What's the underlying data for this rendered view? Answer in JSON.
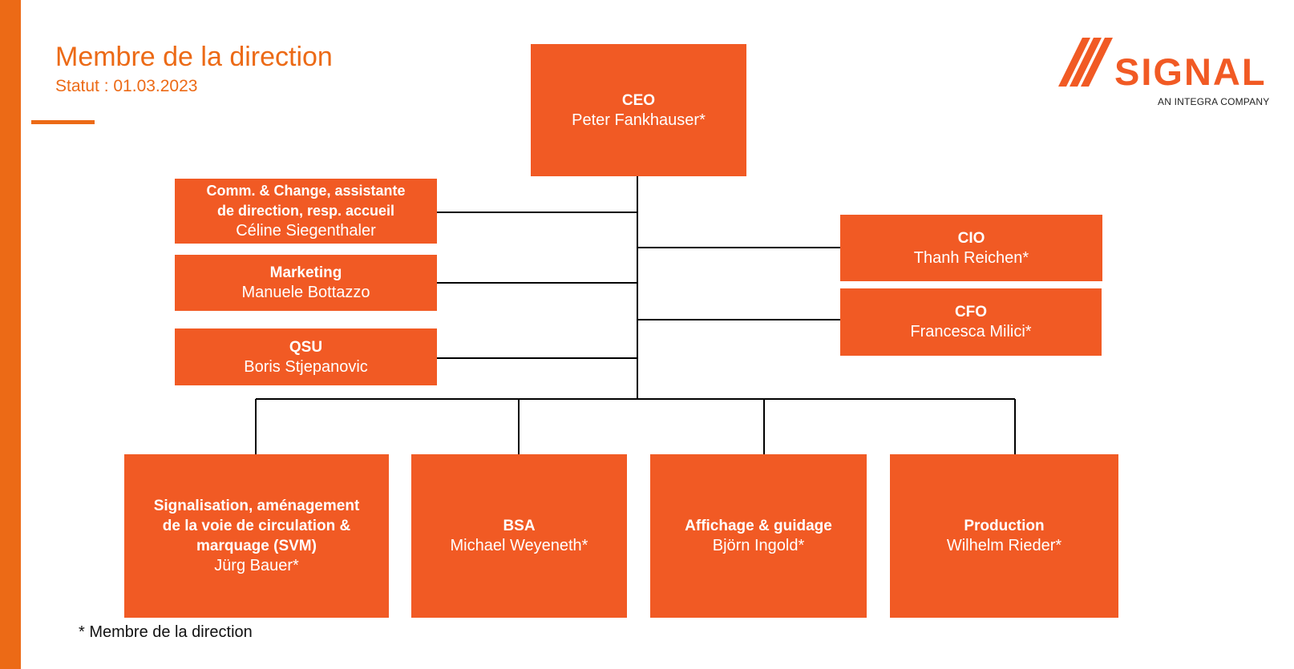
{
  "header": {
    "title": "Membre de la direction",
    "status": "Statut : 01.03.2023"
  },
  "logo": {
    "name": "SIGNAL",
    "tagline": "AN INTEGRA COMPANY"
  },
  "colors": {
    "accent": "#ec6a16",
    "box": "#f15a24",
    "line": "#000000"
  },
  "org": {
    "ceo": {
      "role": "CEO",
      "person": "Peter Fankhauser*"
    },
    "comm": {
      "role_line1": "Comm. & Change, assistante",
      "role_line2": "de direction, resp. accueil",
      "person": "Céline Siegenthaler"
    },
    "marketing": {
      "role": "Marketing",
      "person": "Manuele Bottazzo"
    },
    "qsu": {
      "role": "QSU",
      "person": "Boris Stjepanovic"
    },
    "cio": {
      "role": "CIO",
      "person": "Thanh Reichen*"
    },
    "cfo": {
      "role": "CFO",
      "person": "Francesca Milici*"
    },
    "svm": {
      "role_line1": "Signalisation, aménagement",
      "role_line2": "de la voie de circulation &",
      "role_line3": "marquage (SVM)",
      "person": "Jürg Bauer*"
    },
    "bsa": {
      "role": "BSA",
      "person": "Michael Weyeneth*"
    },
    "affichage": {
      "role": "Affichage & guidage",
      "person": "Björn Ingold*"
    },
    "production": {
      "role": "Production",
      "person": "Wilhelm Rieder*"
    }
  },
  "footnote": "* Membre de la direction"
}
